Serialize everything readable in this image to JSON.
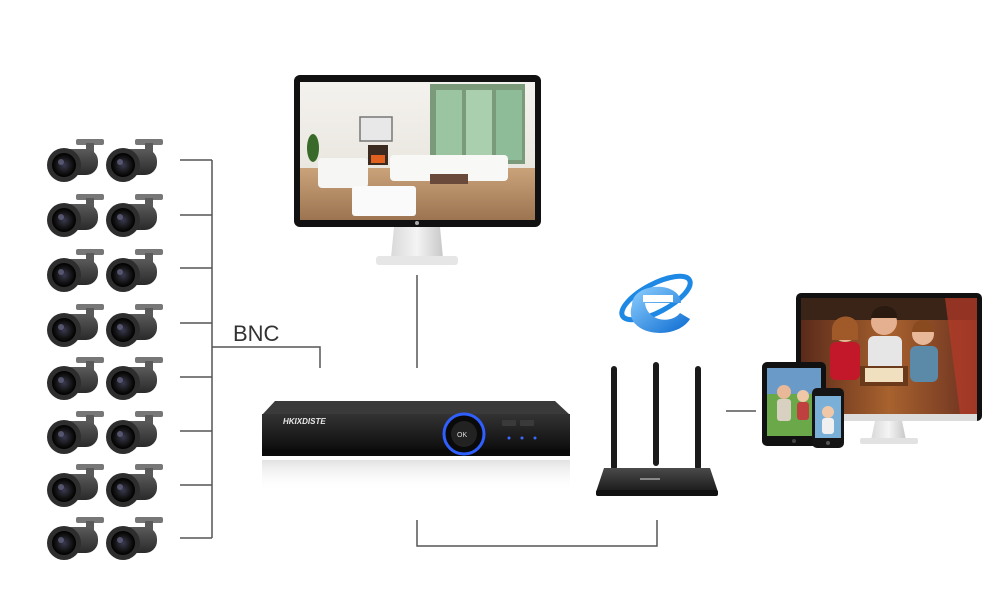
{
  "labels": {
    "bnc": "BNC",
    "dvr_brand": "HKIXDISTE",
    "dvr_ok": "OK"
  },
  "colors": {
    "background": "#ffffff",
    "wire": "#555555",
    "device_body": "#1b1b1b",
    "dvr_button_ring": "#2f5fff",
    "ie_blue": "#1e88e5"
  },
  "icons": {
    "cameras": "cctv-bullet-camera-icon",
    "monitor": "desktop-monitor-icon",
    "dvr": "dvr-recorder-icon",
    "router": "wifi-router-icon",
    "browser": "internet-explorer-icon",
    "clients": "client-devices-icon"
  },
  "camera_count": 16
}
